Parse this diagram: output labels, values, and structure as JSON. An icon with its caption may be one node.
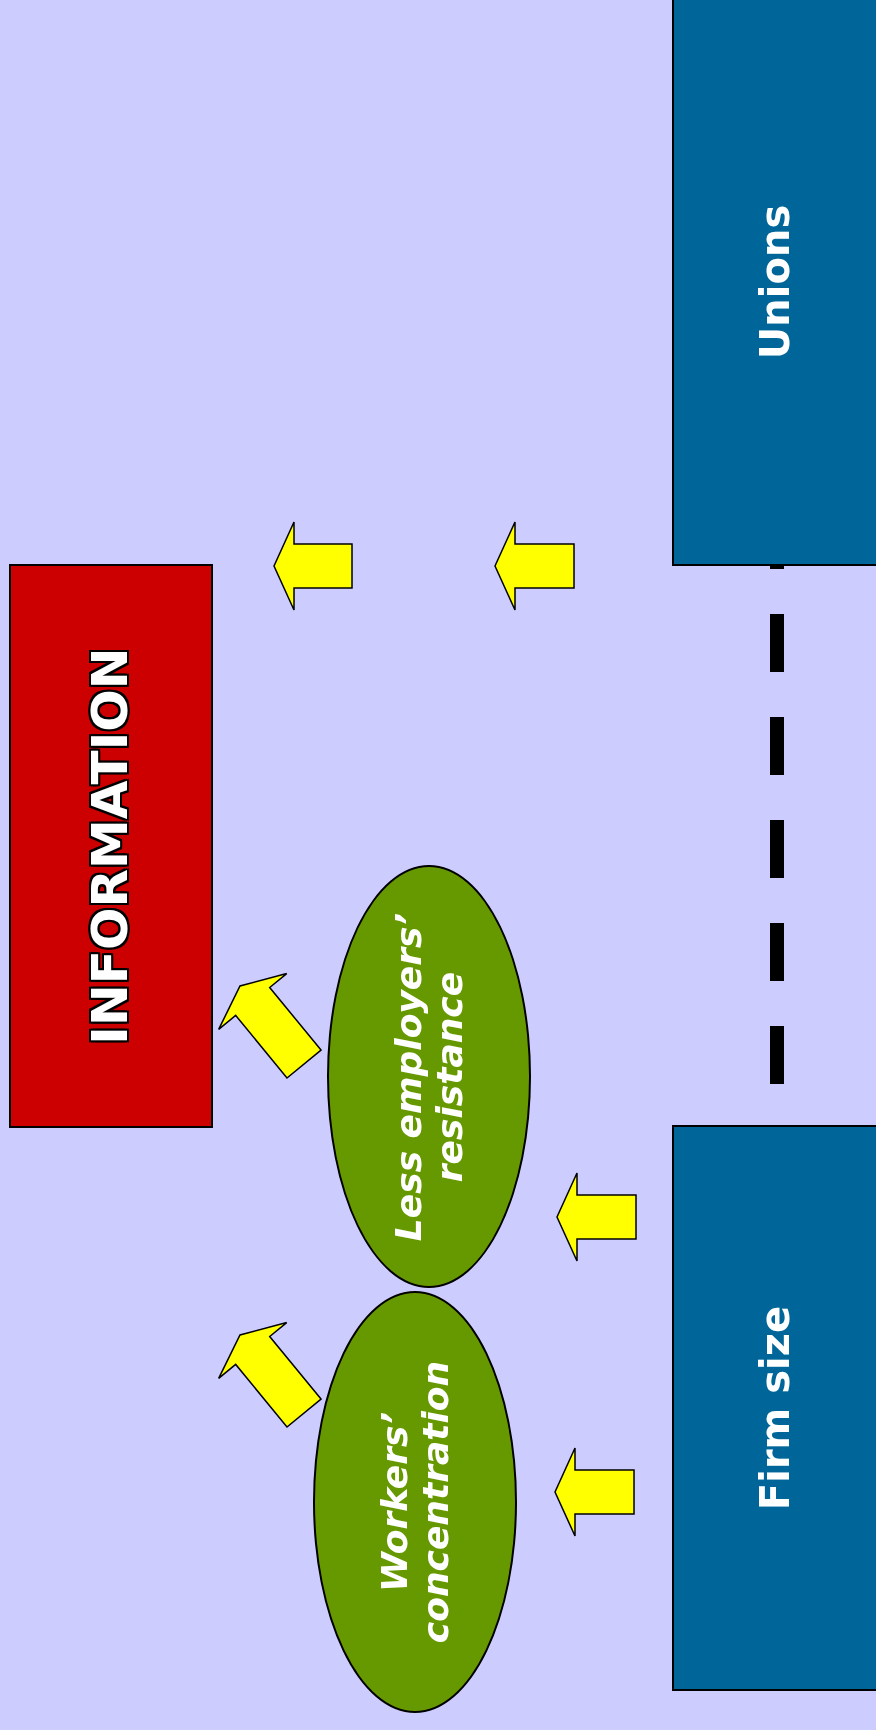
{
  "diagram": {
    "nodes": [
      {
        "text": [
          "Unions"
        ]
      },
      {
        "text": [
          "INFORMATION"
        ]
      },
      {
        "text": [
          "Less employers’ resistance"
        ]
      },
      {
        "text": [
          "Workers’ concentration"
        ]
      },
      {
        "text": [
          "Firm size"
        ]
      }
    ],
    "edges": [
      {
        "from": 0,
        "to": 4,
        "arrow": "none",
        "style": "dashed"
      },
      {
        "from": 4,
        "to": 2,
        "arrow": "to",
        "color": "#ffff00"
      },
      {
        "from": 4,
        "to": 3,
        "arrow": "to",
        "color": "#ffff00"
      },
      {
        "from": 2,
        "to": 1,
        "arrow": "to",
        "color": "#ffff00"
      },
      {
        "from": 3,
        "to": null,
        "arrow": "to",
        "color": "#ffff00"
      }
    ]
  }
}
